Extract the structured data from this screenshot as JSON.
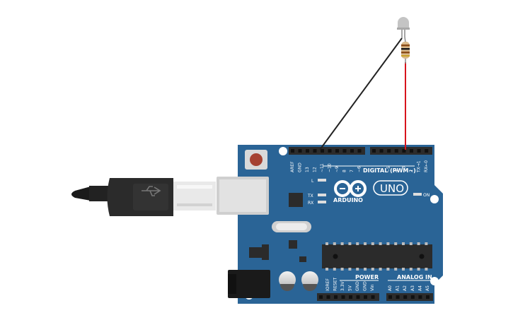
{
  "board": {
    "digital_label": "DIGITAL (PWM~)",
    "uno_label": "UNO",
    "brand_label": "ARDUINO",
    "on_label": "ON",
    "led_labels": [
      "L",
      "TX",
      "RX"
    ],
    "digital_pins": [
      "AREF",
      "GND",
      "13",
      "12",
      "~11",
      "~10",
      "~9",
      "8",
      "7",
      "~6",
      "~5",
      "4",
      "~3",
      "2",
      "TX→1",
      "RX←0"
    ],
    "power_label": "POWER",
    "power_pins": [
      "IOREF",
      "RESET",
      "3.3V",
      "5V",
      "GND",
      "GND",
      "Vin"
    ],
    "analog_label": "ANALOG IN",
    "analog_pins": [
      "A0",
      "A1",
      "A2",
      "A3",
      "A4",
      "A5"
    ]
  },
  "colors": {
    "board": "#2a6496",
    "header": "#2c2c2c",
    "wire_gnd": "#222222",
    "wire_signal": "#d8141d",
    "led": "#c4c4c4"
  }
}
